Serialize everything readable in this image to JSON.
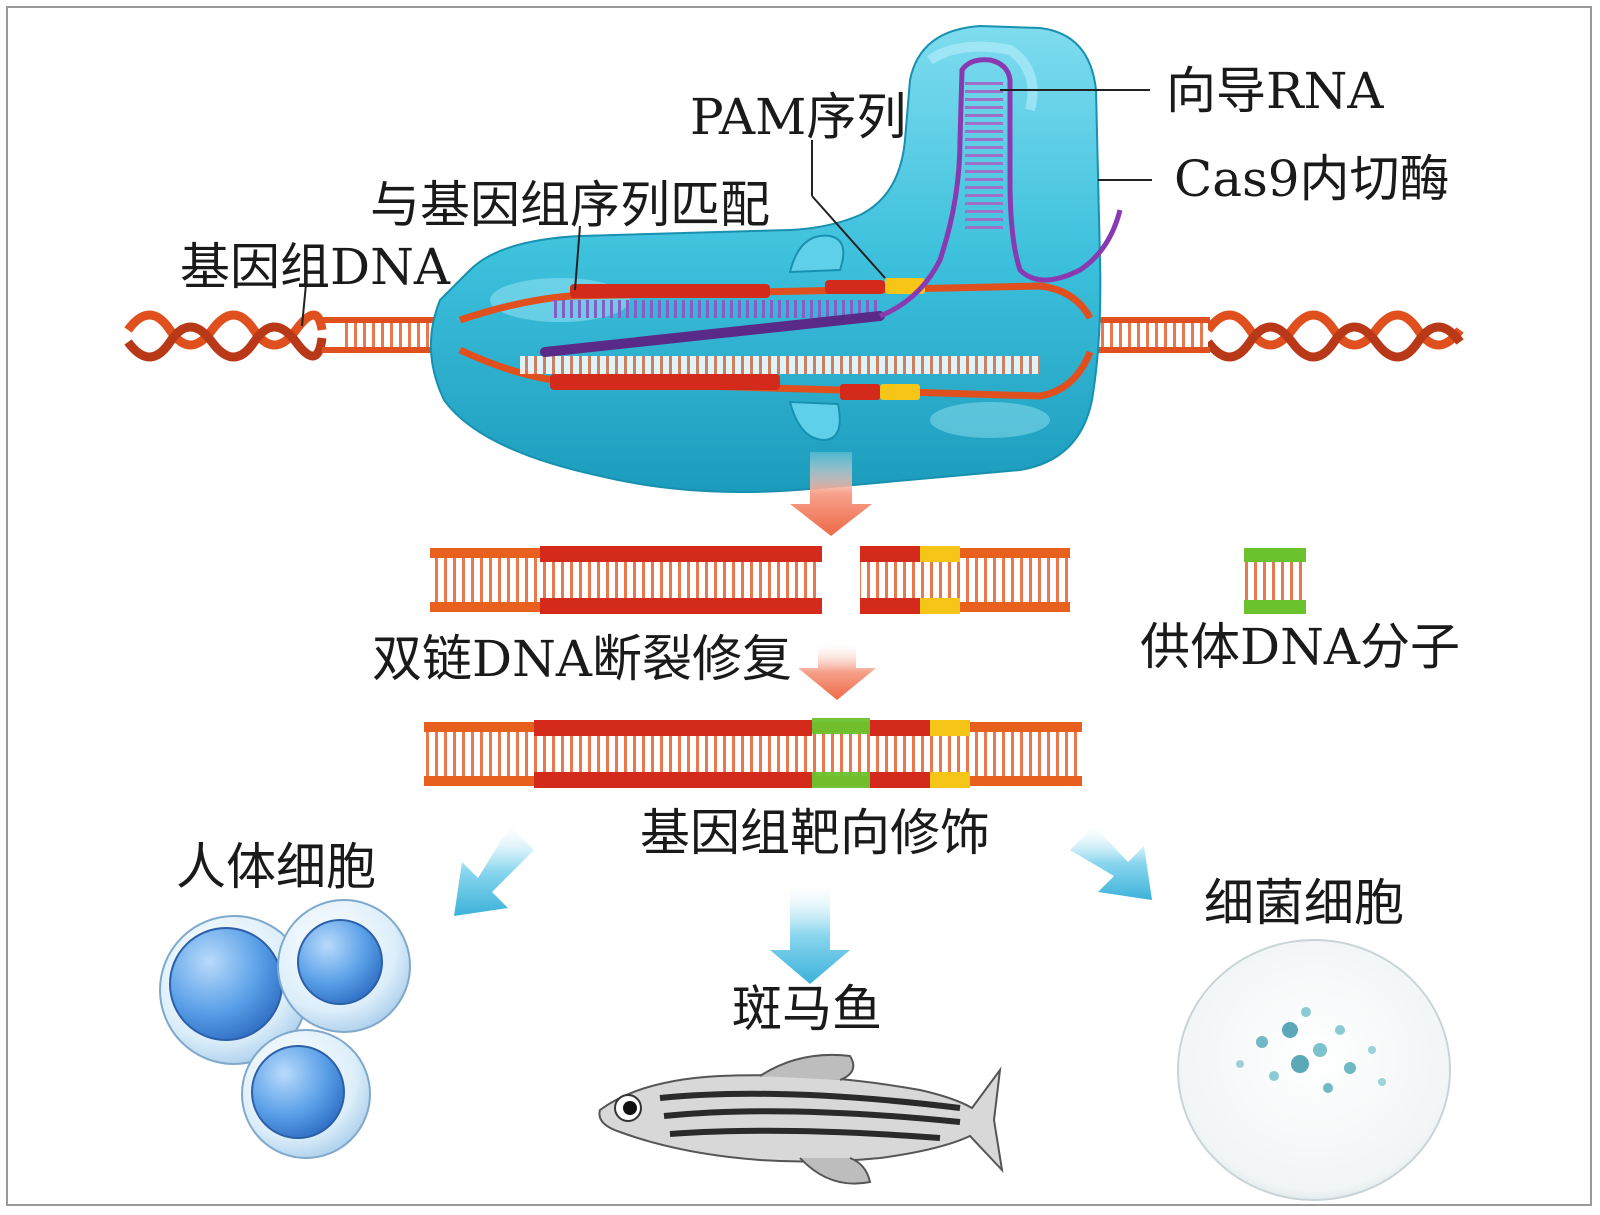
{
  "labels": {
    "guide_rna": "向导RNA",
    "pam_sequence": "PAM序列",
    "cas9": "Cas9内切酶",
    "match_genome": "与基因组序列匹配",
    "genomic_dna": "基因组DNA",
    "dsb_repair": "双链DNA断裂修复",
    "donor_dna": "供体DNA分子",
    "targeted_modification": "基因组靶向修饰",
    "human_cells": "人体细胞",
    "zebrafish": "斑马鱼",
    "bacterial_cells": "细菌细胞"
  },
  "colors": {
    "cas9_body": "#3cc0dc",
    "dna_strand": "#e8501e",
    "target_region": "#d42a1c",
    "pam": "#f5c518",
    "guide_rna": "#7a3a9a",
    "donor": "#6cc22c",
    "arrow_orange": "#f07a5a",
    "arrow_blue": "#5cc0e0",
    "cell_blue": "#4a90e0"
  }
}
